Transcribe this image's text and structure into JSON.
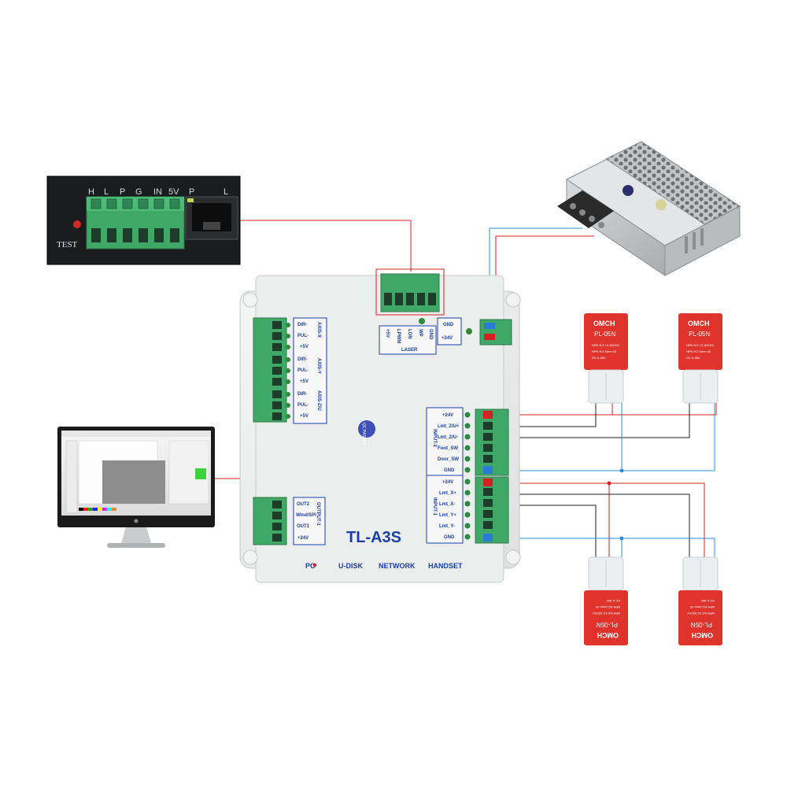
{
  "controller": {
    "model": "TL-A3S",
    "qc_sticker": "QC PASSED",
    "laser_block": {
      "pins": [
        "+5V",
        "LPWM",
        "LON",
        "WP",
        "GND"
      ],
      "label": "LASER"
    },
    "power_block": {
      "labels": [
        "GND",
        "+24V"
      ]
    },
    "axis_x": {
      "pins": [
        "DIR-",
        "PUL-",
        "+5V"
      ],
      "label": "AXIS-X"
    },
    "axis_y": {
      "pins": [
        "DIR-",
        "PUL-",
        "+5V"
      ],
      "label": "AXIS-Y"
    },
    "axis_zu": {
      "pins": [
        "DIR-",
        "PUL-",
        "+5V"
      ],
      "label": "AXIS-Z/U"
    },
    "output1": {
      "pins": [
        "OUT2",
        "Wind/SPI",
        "OUT1",
        "+24V"
      ],
      "label": "OUTPUT-1"
    },
    "input2": {
      "pins": [
        "+24V",
        "Lmt_Z/U+",
        "Lmt_Z/U-",
        "Foot_SW",
        "Door_SW",
        "GND"
      ],
      "label": "INPUT-2"
    },
    "input1": {
      "pins": [
        "+24V",
        "Lmt_X+",
        "Lmt_X-",
        "Lmt_Y+",
        "Lmt_Y-",
        "GND"
      ],
      "label": "INPUT-1"
    },
    "ports": [
      "PC",
      "U-DISK",
      "NETWORK",
      "HANDSET"
    ]
  },
  "laser_psu": {
    "terminal_labels": [
      "H",
      "L",
      "P",
      "G",
      "IN",
      "5V",
      "P",
      "L"
    ],
    "test_label": "TEST"
  },
  "sensors": [
    {
      "brand": "OMCH",
      "model": "PL-05N",
      "spec_lines": [
        "NPN NO 10-30VDC",
        "NPN NO 5mm 40",
        "DC 6-36V"
      ]
    },
    {
      "brand": "OMCH",
      "model": "PL-05N",
      "spec_lines": [
        "NPN NO 10-30VDC",
        "NPN NO 5mm 40",
        "DC 6-36V"
      ]
    },
    {
      "brand": "OMCH",
      "model": "PL-05N",
      "spec_lines": [
        "NPN NO 10-30VDC",
        "NPN NO 5mm 40",
        "DC 6-36V"
      ]
    },
    {
      "brand": "OMCH",
      "model": "PL-05N",
      "spec_lines": [
        "NPN NO 10-30VDC",
        "NPN NO 5mm 40",
        "DC 6-36V"
      ]
    }
  ],
  "colors": {
    "wire_red": "#d32020",
    "wire_blue": "#2a8fd6",
    "wire_black": "#222222",
    "terminal_green": "#3fa866",
    "controller_body": "#eceeee",
    "label_blue": "#1a3fa8",
    "sensor_red": "#e0332c"
  }
}
